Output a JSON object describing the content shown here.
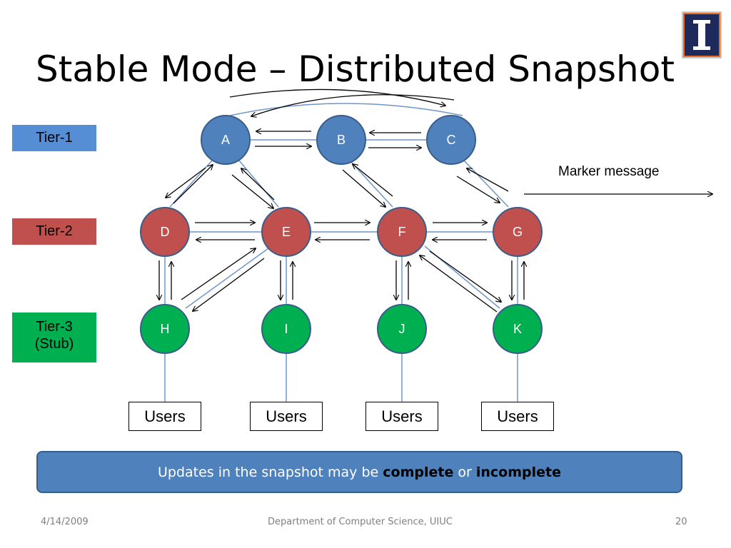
{
  "title": "Stable Mode – Distributed Snapshot",
  "logo": {
    "name": "uiuc-block-i-logo",
    "letter": "I",
    "bg": "#1f2a5c",
    "fg": "#ffffff"
  },
  "tiers": [
    {
      "label": "Tier-1",
      "color": "#558ed5"
    },
    {
      "label": "Tier-2",
      "color": "#c0504d"
    },
    {
      "label_line1": "Tier-3",
      "label_line2": "(Stub)",
      "color": "#00b050"
    }
  ],
  "nodes": {
    "A": "A",
    "B": "B",
    "C": "C",
    "D": "D",
    "E": "E",
    "F": "F",
    "G": "G",
    "H": "H",
    "I": "I",
    "J": "J",
    "K": "K"
  },
  "node_colors": {
    "tier1": "#4f81bd",
    "tier2": "#c0504d",
    "tier3": "#00b050",
    "outline": "#385d8a"
  },
  "marker_message": "Marker message",
  "users": [
    "Users",
    "Users",
    "Users",
    "Users"
  ],
  "banner": {
    "prefix": "Updates in the snapshot may be ",
    "word1": "complete",
    "middle": " or ",
    "word2": "incomplete"
  },
  "footer": {
    "date": "4/14/2009",
    "center": "Department of Computer Science, UIUC",
    "page": "20"
  }
}
